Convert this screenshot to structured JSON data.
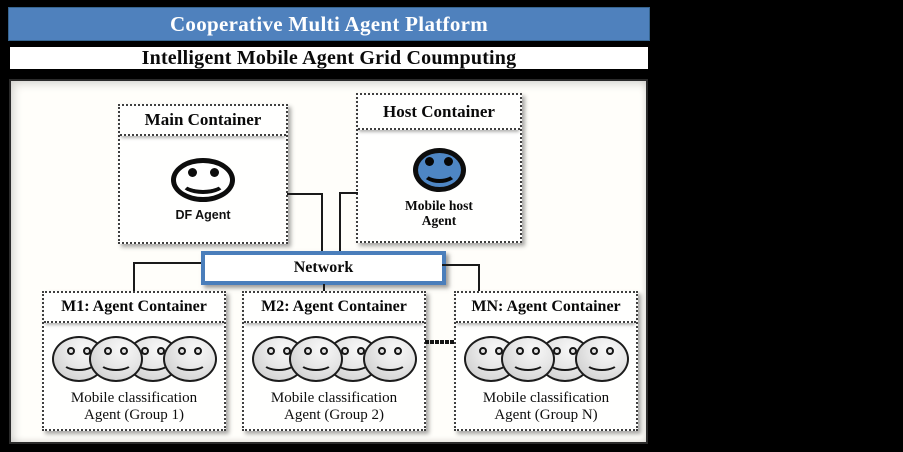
{
  "title_bar": {
    "text": "Cooperative Multi Agent Platform"
  },
  "subtitle_bar": {
    "text": "Intelligent Mobile Agent Grid Coumputing"
  },
  "colors": {
    "accent_blue": "#4F81BD",
    "host_smiley_blue": "#4E86C4",
    "background": "#000000",
    "panel_bg": "#FFFEFA"
  },
  "main_container": {
    "title": "Main Container",
    "agent_label": "DF Agent"
  },
  "host_container": {
    "title": "Host Container",
    "agent_label_line1": "Mobile host",
    "agent_label_line2": "Agent"
  },
  "network": {
    "label": "Network"
  },
  "agent_containers": [
    {
      "title": "M1: Agent Container",
      "agent_count": 4,
      "caption_line1": "Mobile classification",
      "caption_line2": "Agent (Group 1)"
    },
    {
      "title": "M2: Agent Container",
      "agent_count": 4,
      "caption_line1": "Mobile classification",
      "caption_line2": "Agent (Group 2)"
    },
    {
      "title": "MN: Agent Container",
      "agent_count": 4,
      "caption_line1": "Mobile classification",
      "caption_line2": "Agent (Group N)"
    }
  ],
  "ellipsis_dot_count": 6
}
